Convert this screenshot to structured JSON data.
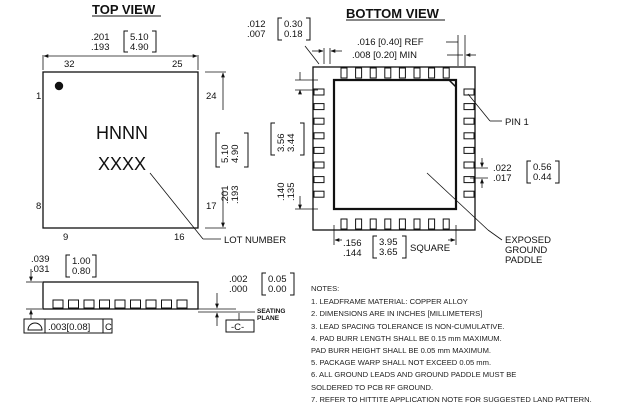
{
  "top_view": {
    "title": "TOP VIEW",
    "width_in": ".201\n.193",
    "width_mm": "5.10\n4.90",
    "pin_32": "32",
    "pin_25": "25",
    "pin_1": "1",
    "pin_24": "24",
    "pin_8": "8",
    "pin_17": "17",
    "pin_9": "9",
    "pin_16": "16",
    "marking_line1": "HNNN",
    "marking_line2": "XXXX",
    "height_mm": "5.10\n4.90",
    "height_in": ".201\n.193",
    "lot_number": "LOT NUMBER"
  },
  "bottom_view": {
    "title": "BOTTOM VIEW",
    "lead_width_in": ".012\n.007",
    "lead_width_mm": "0.30\n0.18",
    "pitch": ".016 [0.40] REF",
    "lead_min": ".008 [0.20] MIN",
    "pin1_label": "PIN 1",
    "paddle_in": ".140\n.135",
    "paddle_mm": "3.56\n3.44",
    "lead_len_in": ".022\n.017",
    "lead_len_mm": "0.56\n0.44",
    "square_in": ".156\n.144",
    "square_mm": "3.95\n3.65",
    "square_label": "SQUARE",
    "paddle_label": "EXPOSED\nGROUND\nPADDLE"
  },
  "side_view": {
    "height_in": ".039\n.031",
    "height_mm": "1.00\n0.80",
    "standoff_in": ".002\n.000",
    "standoff_mm": "0.05\n0.00",
    "seating_plane": "SEATING\nPLANE",
    "datum": "-C-",
    "tolerance": ".003[0.08]",
    "tolerance_datum": "C"
  },
  "notes": {
    "title": "NOTES:",
    "items": [
      "1. LEADFRAME MATERIAL: COPPER ALLOY",
      "2. DIMENSIONS ARE IN INCHES [MILLIMETERS]",
      "3. LEAD SPACING TOLERANCE IS NON-CUMULATIVE.",
      "4. PAD BURR LENGTH SHALL BE 0.15 mm MAXIMUM.",
      "    PAD BURR HEIGHT SHALL BE 0.05 mm MAXIMUM.",
      "5. PACKAGE WARP SHALL NOT EXCEED 0.05 mm.",
      "6. ALL GROUND LEADS AND GROUND PADDLE MUST BE",
      "    SOLDERED TO PCB RF GROUND.",
      "7. REFER TO HITTITE APPLICATION NOTE FOR SUGGESTED LAND PATTERN."
    ]
  }
}
